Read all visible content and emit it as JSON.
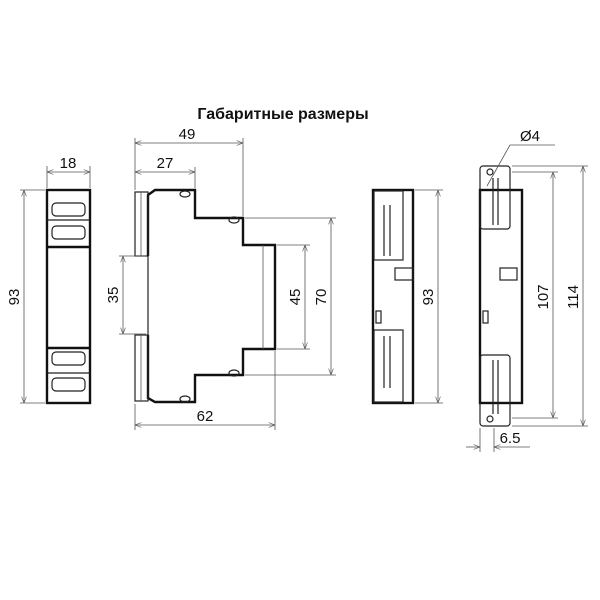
{
  "title": "Габаритные размеры",
  "dimensions": {
    "front_width": "18",
    "front_height": "93",
    "side_depth_total": "49",
    "side_depth_front": "27",
    "din_rail": "35",
    "front_panel_height": "45",
    "step_height": "70",
    "side_depth_overall": "62",
    "back_height": "93",
    "mount_hole": "Ø4",
    "hole_spacing": "107",
    "overall_height": "114",
    "hole_offset": "6.5"
  }
}
